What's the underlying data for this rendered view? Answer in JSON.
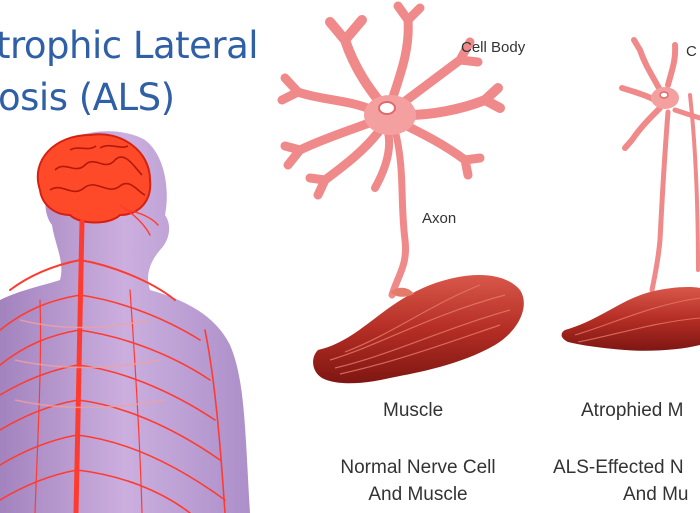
{
  "title": {
    "line1": "trophic Lateral",
    "line2": "osis (ALS)",
    "color": "#2f5fa6"
  },
  "colors": {
    "neuron": "#f08a8a",
    "neuron_nucleus": "#e06a6a",
    "muscle": "#b8322a",
    "muscle_dark": "#7e1612",
    "body": "#b18fc9",
    "nerves": "#ff3b30",
    "brain": "#ff3b1f"
  },
  "labels": {
    "cell_body": "Cell Body",
    "cell_body_cropped": "C",
    "axon": "Axon",
    "muscle": "Muscle",
    "atrophied": "Atrophied M"
  },
  "captions": {
    "normal_line1": "Normal Nerve Cell",
    "normal_line2": "And Muscle",
    "als_line1": "ALS-Effected N",
    "als_line2": "And Mu"
  }
}
